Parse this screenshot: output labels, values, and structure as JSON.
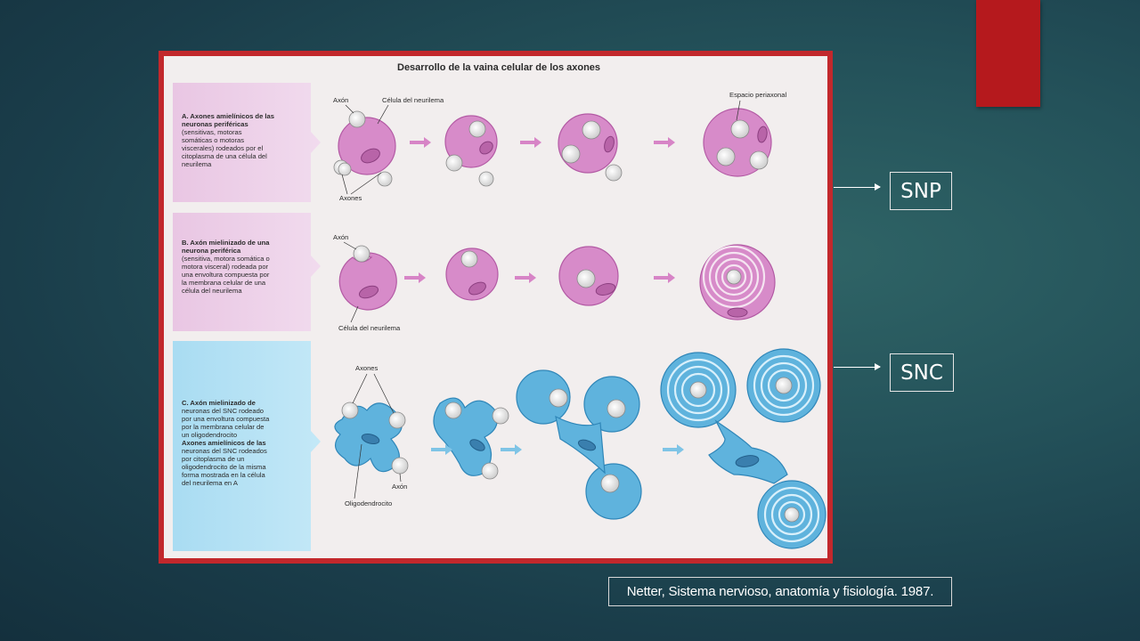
{
  "figure": {
    "title": "Desarrollo de la vaina celular de los axones",
    "panel_a": {
      "lines": [
        "A. Axones amielínicos de las",
        "neuronas periféricas",
        "(sensitivas, motoras",
        "somáticas o motoras",
        "viscerales) rodeados por el",
        "citoplasma de una célula del",
        "neurilema"
      ],
      "label_axon": "Axón",
      "label_cell": "Célula del neurilema",
      "label_axons": "Axones",
      "label_space": "Espacio periaxonal"
    },
    "panel_b": {
      "lines": [
        "B. Axón mielinizado de una",
        "neurona periférica",
        "(sensitiva, motora somática o",
        "motora visceral) rodeada por",
        "una envoltura compuesta por",
        "la membrana celular de una",
        "célula del neurilema"
      ],
      "label_axon": "Axón",
      "label_cell": "Célula del neurilema"
    },
    "panel_c": {
      "lines": [
        "C. Axón mielinizado de",
        "neuronas del SNC rodeado",
        "por una envoltura compuesta",
        "por la membrana celular de",
        "un oligodendrocito",
        "Axones amielínicos de las",
        "neuronas del SNC rodeados",
        "por citoplasma de un",
        "oligodendrocito de la misma",
        "forma mostrada en la célula",
        "del neurilema en A"
      ],
      "label_axons": "Axones",
      "label_axon": "Axón",
      "label_oligo": "Oligodendrocito"
    }
  },
  "side_labels": {
    "snp": "SNP",
    "snc": "SNC"
  },
  "citation": "Netter, Sistema nervioso, anatomía y fisiología. 1987.",
  "colors": {
    "accent_red": "#b5191d",
    "pink_cell": "#d78bc9",
    "blue_cell": "#5fb3dd"
  }
}
